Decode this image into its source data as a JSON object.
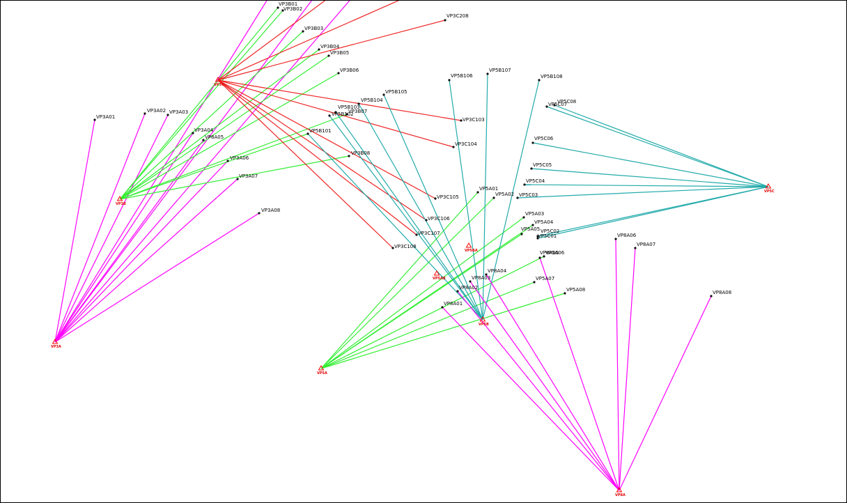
{
  "colors": {
    "magenta": "#ff00ff",
    "green": "#33ee33",
    "red": "#ee2222",
    "teal": "#22aaaa",
    "station": "#ff0000",
    "point": "#111111"
  },
  "stations": [
    {
      "id": "s_3a",
      "label": "VP3A"
    },
    {
      "id": "s_3b",
      "label": "VP3B"
    },
    {
      "id": "s_3c",
      "label": "VP3C"
    },
    {
      "id": "s_5a",
      "label": "VP5A"
    },
    {
      "id": "s_5b",
      "label": "VP5B"
    },
    {
      "id": "s_5c",
      "label": "VP5C"
    },
    {
      "id": "s_8a",
      "label": "VP8A"
    },
    {
      "id": "s_5ba",
      "label": "VP5BA"
    },
    {
      "id": "s_5ab",
      "label": "VP5AB"
    }
  ],
  "points": [
    {
      "id": "p3a01",
      "label": "VP3A01"
    },
    {
      "id": "p3a02",
      "label": "VP3A02"
    },
    {
      "id": "p3a03",
      "label": "VP3A03"
    },
    {
      "id": "p3a04",
      "label": "VP3A04"
    },
    {
      "id": "p8a05b",
      "label": "VP8A05"
    },
    {
      "id": "p3a06",
      "label": "VP3A06"
    },
    {
      "id": "p3a07",
      "label": "VP3A07"
    },
    {
      "id": "p3a08",
      "label": "VP3A08"
    },
    {
      "id": "p3b01",
      "label": "VP3B01"
    },
    {
      "id": "p3b02",
      "label": "VP3B02"
    },
    {
      "id": "p3b03",
      "label": "VP3B03"
    },
    {
      "id": "p3b04",
      "label": "VP3B04"
    },
    {
      "id": "p3b05",
      "label": "VP3B05"
    },
    {
      "id": "p3b06",
      "label": "VP3B06"
    },
    {
      "id": "p3b07",
      "label": "VP3B07"
    },
    {
      "id": "p3b08",
      "label": "VP3B08"
    },
    {
      "id": "p3c208",
      "label": "VP3C208"
    },
    {
      "id": "p3c103",
      "label": "VP3C103"
    },
    {
      "id": "p3c104",
      "label": "VP3C104"
    },
    {
      "id": "p3c105",
      "label": "VP3C105"
    },
    {
      "id": "p3c106",
      "label": "VP3C106"
    },
    {
      "id": "p3c107",
      "label": "VP3C107"
    },
    {
      "id": "p3c108",
      "label": "VP3C108"
    },
    {
      "id": "p5b101",
      "label": "VP5B101"
    },
    {
      "id": "p5b102",
      "label": "VP5B102"
    },
    {
      "id": "p5b103",
      "label": "VP5B103"
    },
    {
      "id": "p5b104",
      "label": "VP5B104"
    },
    {
      "id": "p5b105",
      "label": "VP5B105"
    },
    {
      "id": "p5b106",
      "label": "VP5B106"
    },
    {
      "id": "p5b107",
      "label": "VP5B107"
    },
    {
      "id": "p5b108",
      "label": "VP5B108"
    },
    {
      "id": "p5c08",
      "label": "VP5C08"
    },
    {
      "id": "p5c07",
      "label": "VP5C07"
    },
    {
      "id": "p5c06",
      "label": "VP5C06"
    },
    {
      "id": "p5c05",
      "label": "VP5C05"
    },
    {
      "id": "p5c04",
      "label": "VP5C04"
    },
    {
      "id": "p5c03",
      "label": "VP5C03"
    },
    {
      "id": "p5c02",
      "label": "VP5C02"
    },
    {
      "id": "p5c01",
      "label": "VP5C01"
    },
    {
      "id": "p5a01",
      "label": "VP5A01"
    },
    {
      "id": "p5a02",
      "label": "VP5A02"
    },
    {
      "id": "p5a03",
      "label": "VP5A03"
    },
    {
      "id": "p5a04",
      "label": "VP5A04"
    },
    {
      "id": "p5a05",
      "label": "VP5A05"
    },
    {
      "id": "p5a06",
      "label": "VP5A06"
    },
    {
      "id": "p5a07",
      "label": "VP5A07"
    },
    {
      "id": "p5a08",
      "label": "VP5A08"
    },
    {
      "id": "p8a01",
      "label": "VP8A01"
    },
    {
      "id": "p8a02",
      "label": "VP8A02"
    },
    {
      "id": "p8a03",
      "label": "VP8A03"
    },
    {
      "id": "p8a04",
      "label": "VP8A04"
    },
    {
      "id": "p8a05",
      "label": "VP8A05"
    },
    {
      "id": "p8a06",
      "label": "VP8A06"
    },
    {
      "id": "p8a07",
      "label": "VP8A07"
    },
    {
      "id": "p8a08",
      "label": "VP8A08"
    }
  ],
  "groups": [
    {
      "station": "s_3a",
      "color": "magenta",
      "targets": [
        "p3a01",
        "p3a02",
        "p3a03",
        "p3a04",
        "p8a05b",
        "p3a06",
        "p3a07",
        "p3a08",
        "t3a_top1",
        "t3a_top2",
        "t3a_top3"
      ]
    },
    {
      "station": "s_3b",
      "color": "green",
      "targets": [
        "p3b01",
        "p3b02",
        "p3b03",
        "p3b04",
        "p3b05",
        "p3b06",
        "p3b07",
        "p3b08",
        "p5b101"
      ]
    },
    {
      "station": "s_3c",
      "color": "red",
      "targets": [
        "p3c208",
        "p3c103",
        "p3c104",
        "p3c105",
        "p3c106",
        "p3c107",
        "p3c108",
        "t3c_top1",
        "t3c_top2"
      ]
    },
    {
      "station": "s_5a",
      "color": "green",
      "targets": [
        "p5a01",
        "p5a02",
        "p5a03",
        "p5a04",
        "p5a05",
        "p5a06",
        "p5a07",
        "p5a08"
      ]
    },
    {
      "station": "s_5b",
      "color": "teal",
      "targets": [
        "p5b101",
        "p5b102",
        "p5b103",
        "p5b104",
        "p5b105",
        "p5b106",
        "p5b107",
        "p5b108"
      ]
    },
    {
      "station": "s_5c",
      "color": "teal",
      "targets": [
        "p5c08",
        "p5c07",
        "p5c06",
        "p5c05",
        "p5c04",
        "p5c03",
        "p5c02",
        "p5c01"
      ]
    },
    {
      "station": "s_8a",
      "color": "magenta",
      "targets": [
        "p8a01",
        "p8a02",
        "p8a03",
        "p8a04",
        "p8a05",
        "p8a06",
        "p8a07",
        "p8a08"
      ]
    }
  ]
}
